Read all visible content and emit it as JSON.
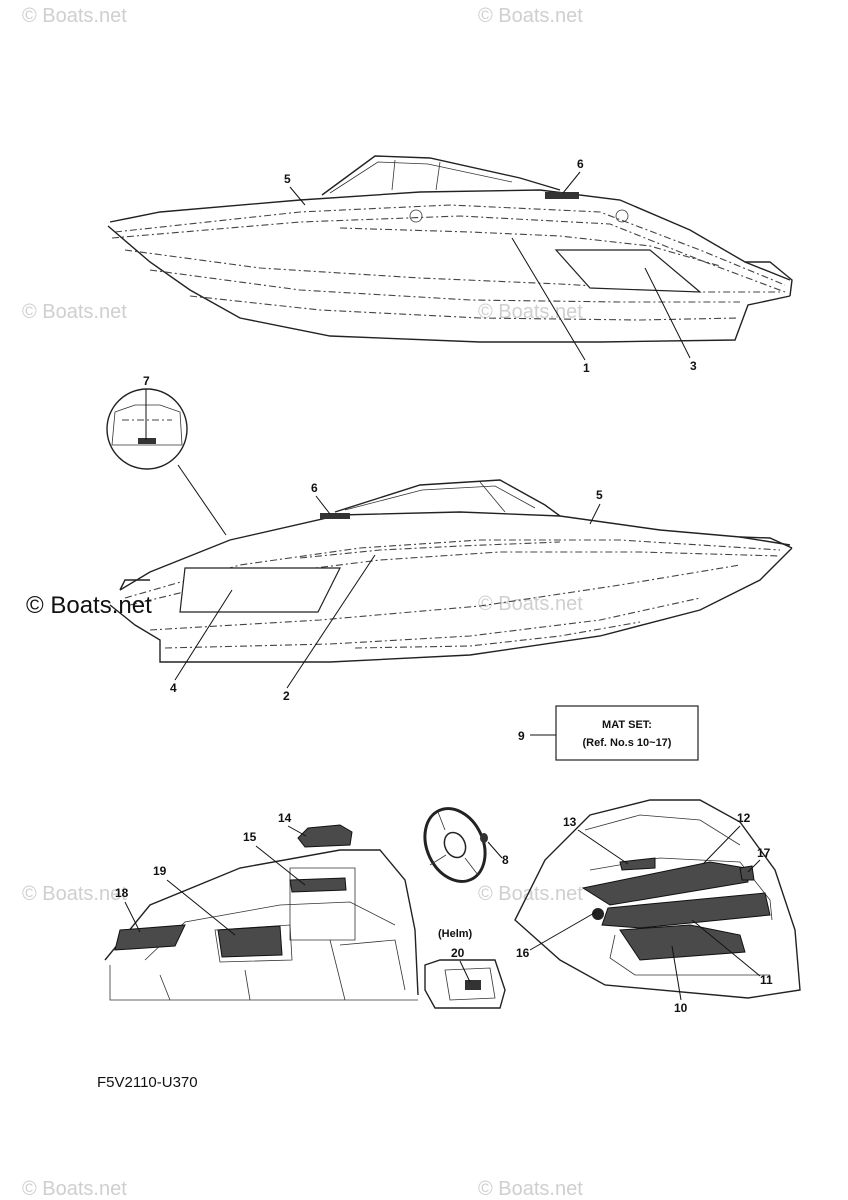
{
  "watermark": "© Boats.net",
  "diagram_code": "F5V2110-U370",
  "mat_set": {
    "line1": "MAT SET:",
    "line2": "(Ref. No.s 10~17)"
  },
  "helm_label": "(Helm)",
  "callouts": {
    "c1": "1",
    "c2": "2",
    "c3": "3",
    "c4": "4",
    "c5a": "5",
    "c5b": "5",
    "c6a": "6",
    "c6b": "6",
    "c7": "7",
    "c8": "8",
    "c9": "9",
    "c10": "10",
    "c11": "11",
    "c12": "12",
    "c13": "13",
    "c14": "14",
    "c15": "15",
    "c16": "16",
    "c17": "17",
    "c18": "18",
    "c19": "19",
    "c20": "20"
  }
}
